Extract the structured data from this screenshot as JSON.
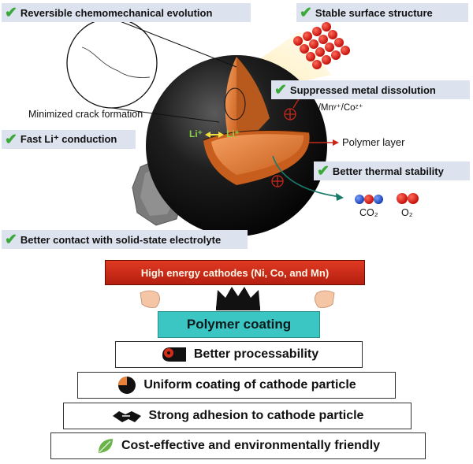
{
  "benefits": {
    "reversible": "Reversible chemomechanical evolution",
    "stable_surface": "Stable surface  structure",
    "suppressed": "Suppressed metal dissolution",
    "fast_li": "Fast Li⁺ conduction",
    "thermal": "Better thermal stability",
    "contact": "Better contact with solid-state electrolyte"
  },
  "annotations": {
    "crack": "Minimized crack formation",
    "ions": "Niˣ⁺/Mnʸ⁺/Coᶻ⁺",
    "polymer_layer": "Polymer layer",
    "li_left": "Li⁺",
    "li_right": "Li⁺",
    "co2": "CO₂",
    "o2": "O₂"
  },
  "pyramid": {
    "cathodes": "High energy cathodes (Ni, Co, and Mn)",
    "coating": "Polymer coating",
    "tiers": [
      "Better processability",
      "Uniform coating of cathode particle",
      "Strong adhesion to cathode particle",
      "Cost-effective and environmentally friendly"
    ]
  },
  "colors": {
    "check": "#3aa93a",
    "label_bg": "#dde3ee",
    "cathode_red": "#d42d1a",
    "coating_teal": "#3bc6c4",
    "particle_orange": "#e8823a"
  }
}
